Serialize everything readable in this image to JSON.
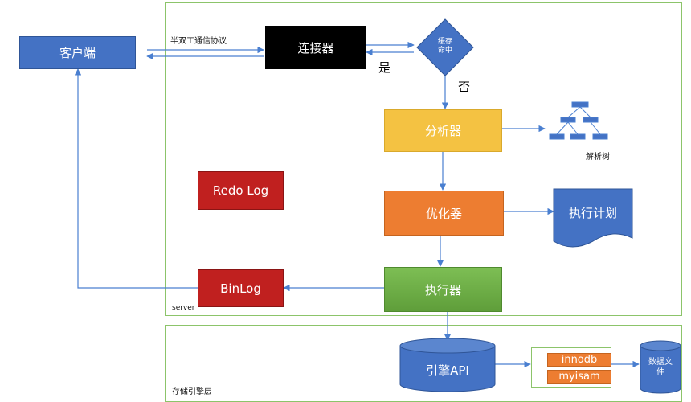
{
  "client": "客户端",
  "connector": "连接器",
  "protocol": "半双工通信协议",
  "cache": {
    "line1": "缓存",
    "line2": "命中",
    "yes": "是",
    "no": "否"
  },
  "parser": "分析器",
  "parse_tree": "解析树",
  "optimizer": "优化器",
  "plan": "执行计划",
  "executor": "执行器",
  "redo_log": "Redo Log",
  "binlog": "BinLog",
  "server_label": "server",
  "engine_api": "引擎API",
  "engines": [
    "innodb",
    "myisam"
  ],
  "data_file": {
    "line1": "数据文",
    "line2": "件"
  },
  "storage_label": "存储引擎层",
  "colors": {
    "blue": "#4472c4",
    "black": "#000000",
    "yellow": "#f4c242",
    "orange": "#ed7d31",
    "green": "#70ad47",
    "red": "#c0201f",
    "frame": "#8cc46a",
    "arrow": "#4a7fd0"
  }
}
